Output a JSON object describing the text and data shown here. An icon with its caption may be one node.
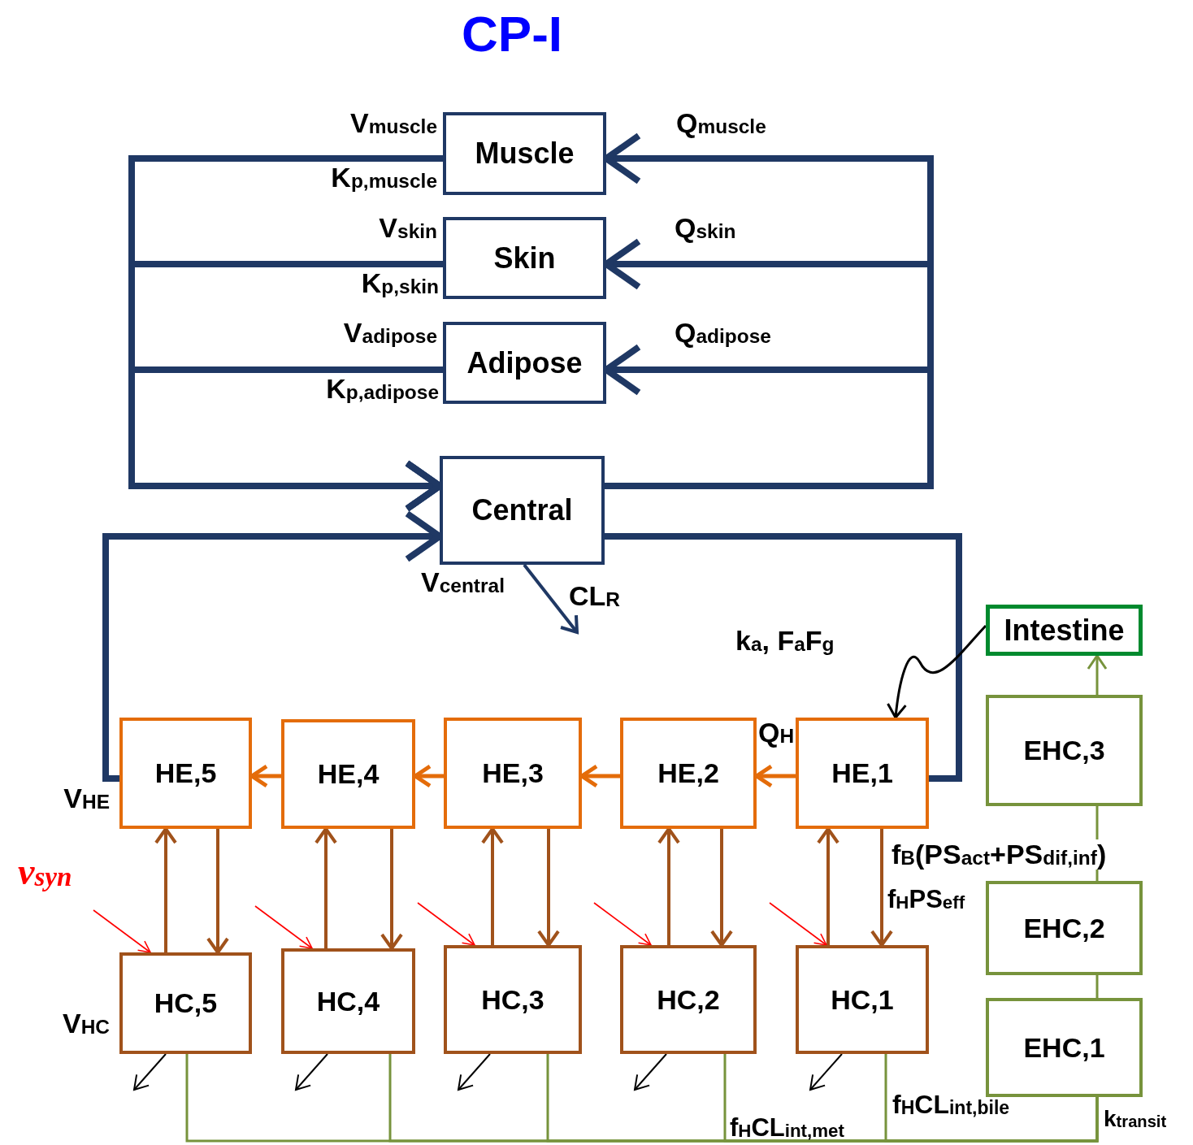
{
  "diagram": {
    "title": "CP-I",
    "nodes": [
      {
        "text": [
          "Muscle"
        ]
      },
      {
        "text": [
          "Skin"
        ]
      },
      {
        "text": [
          "Adipose"
        ]
      },
      {
        "text": [
          "Central"
        ]
      },
      {
        "text": [
          "Intestine"
        ]
      },
      {
        "text": [
          "HE,5"
        ],
        "beside": [
          "V$_{HE}$"
        ]
      },
      {
        "text": [
          "HE,4"
        ]
      },
      {
        "text": [
          "HE,3"
        ]
      },
      {
        "text": [
          "HE,2"
        ]
      },
      {
        "text": [
          "HE,1"
        ]
      },
      {
        "text": [
          "EHC,3"
        ]
      },
      {
        "text": [
          "HC,5"
        ],
        "beside": [
          "V$_{HC}$"
        ]
      },
      {
        "text": [
          "HC,4"
        ]
      },
      {
        "text": [
          "HC,3"
        ]
      },
      {
        "text": [
          "HC,2"
        ]
      },
      {
        "text": [
          "HC,1"
        ]
      },
      {
        "text": [
          "EHC,2"
        ]
      },
      {
        "text": [
          "EHC,1"
        ]
      }
    ],
    "edges": [
      {
        "from": 3,
        "to": 0,
        "arrow": "to",
        "style": "thick",
        "color": "#1f3864"
      },
      {
        "from": 3,
        "to": 1,
        "arrow": "to",
        "style": "thick",
        "color": "#1f3864"
      },
      {
        "from": 3,
        "to": 2,
        "arrow": "to",
        "style": "thick",
        "color": "#1f3864"
      },
      {
        "from": 0,
        "to": 3,
        "arrow": "to",
        "style": "thick",
        "color": "#1f3864"
      },
      {
        "from": 1,
        "to": 3,
        "arrow": "to",
        "style": "thick",
        "color": "#1f3864"
      },
      {
        "from": 2,
        "to": 3,
        "arrow": "to",
        "style": "thick",
        "color": "#1f3864"
      },
      {
        "from": 3,
        "to": 9,
        "arrow": "none",
        "style": "thick",
        "color": "#1f3864"
      },
      {
        "from": 5,
        "to": 3,
        "arrow": "to",
        "style": "thick",
        "color": "#1f3864"
      },
      {
        "from": 3,
        "to": null,
        "arrow": "to",
        "color": "#1f3864"
      },
      {
        "from": 4,
        "to": 9,
        "arrow": "to",
        "color": "#000000"
      },
      {
        "from": 10,
        "to": 4,
        "arrow": "to",
        "color": "#77933c"
      },
      {
        "from": 16,
        "to": 10,
        "arrow": "none",
        "color": "#77933c"
      },
      {
        "from": 17,
        "to": 16,
        "arrow": "none",
        "color": "#77933c"
      },
      {
        "from": 9,
        "to": 8,
        "arrow": "to",
        "color": "#e46c0a"
      },
      {
        "from": 8,
        "to": 7,
        "arrow": "to",
        "color": "#e46c0a"
      },
      {
        "from": 7,
        "to": 6,
        "arrow": "to",
        "color": "#e46c0a"
      },
      {
        "from": 6,
        "to": 5,
        "arrow": "to",
        "color": "#e46c0a"
      },
      {
        "from": 11,
        "to": 5,
        "arrow": "to"
      },
      {
        "from": 5,
        "to": 11,
        "arrow": "to"
      },
      {
        "from": 12,
        "to": 6,
        "arrow": "to"
      },
      {
        "from": 6,
        "to": 12,
        "arrow": "to"
      },
      {
        "from": 13,
        "to": 7,
        "arrow": "to"
      },
      {
        "from": 7,
        "to": 13,
        "arrow": "to"
      },
      {
        "from": 14,
        "to": 8,
        "arrow": "to"
      },
      {
        "from": 8,
        "to": 14,
        "arrow": "to"
      },
      {
        "from": 15,
        "to": 9,
        "arrow": "to"
      },
      {
        "from": 9,
        "to": 15,
        "arrow": "to"
      },
      {
        "from": null,
        "to": 11,
        "arrow": "to",
        "color": "#ff0000"
      },
      {
        "from": null,
        "to": 12,
        "arrow": "to",
        "color": "#ff0000"
      },
      {
        "from": null,
        "to": 13,
        "arrow": "to",
        "color": "#ff0000"
      },
      {
        "from": null,
        "to": 14,
        "arrow": "to",
        "color": "#ff0000"
      },
      {
        "from": null,
        "to": 15,
        "arrow": "to",
        "color": "#ff0000"
      },
      {
        "from": 11,
        "to": null,
        "arrow": "to",
        "color": "#000000"
      },
      {
        "from": 12,
        "to": null,
        "arrow": "to",
        "color": "#000000"
      },
      {
        "from": 13,
        "to": null,
        "arrow": "to",
        "color": "#000000"
      },
      {
        "from": 14,
        "to": null,
        "arrow": "to",
        "color": "#000000"
      },
      {
        "from": 15,
        "to": null,
        "arrow": "to",
        "color": "#000000"
      },
      {
        "from": 11,
        "to": 17,
        "arrow": "none",
        "color": "#77933c"
      },
      {
        "from": 12,
        "to": 17,
        "arrow": "none",
        "color": "#77933c"
      },
      {
        "from": 13,
        "to": 17,
        "arrow": "none",
        "color": "#77933c"
      },
      {
        "from": 14,
        "to": 17,
        "arrow": "none",
        "color": "#77933c"
      },
      {
        "from": 15,
        "to": 17,
        "arrow": "none",
        "color": "#77933c"
      }
    ],
    "labels": [
      "V$_{muscle}$",
      "Q$_{muscle}$",
      "K$_{p,muscle}$",
      "V$_{skin}$",
      "Q$_{skin}$",
      "K$_{p,skin}$",
      "V$_{adipose}$",
      "Q$_{adipose}$",
      "K$_{p,adipose}$",
      "V$_{central}$",
      "CL$_{R}$",
      "k$_{a}$, F$_{a}$F$_{g}$",
      "Q$_{H}$",
      "f$_{B}$(PS$_{act}$+PS$_{dif,inf}$)",
      "v$_{syn}$",
      "f$_{H}$PS$_{eff}$",
      "f$_{H}$CL$_{int,met}$",
      "f$_{H}$CL$_{int,bile}$",
      "k$_{transit}$"
    ]
  }
}
